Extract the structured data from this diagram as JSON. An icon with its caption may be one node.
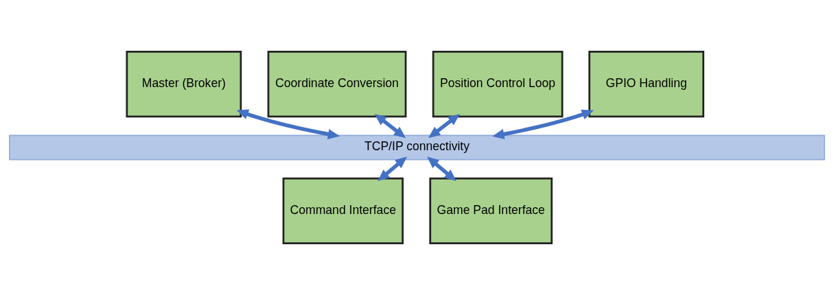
{
  "diagram": {
    "nodes": [
      {
        "text": [
          "Master (Broker)"
        ]
      },
      {
        "text": [
          "Coordinate Conversion"
        ]
      },
      {
        "text": [
          "Position Control Loop"
        ]
      },
      {
        "text": [
          "GPIO Handling"
        ]
      },
      {
        "text": [
          "TCP/IP connectivity"
        ]
      },
      {
        "text": [
          "Command Interface"
        ]
      },
      {
        "text": [
          "Game Pad Interface"
        ]
      }
    ],
    "edges": [
      {
        "from": 0,
        "to": 4,
        "arrow": "both"
      },
      {
        "from": 1,
        "to": 4,
        "arrow": "both"
      },
      {
        "from": 2,
        "to": 4,
        "arrow": "both"
      },
      {
        "from": 3,
        "to": 4,
        "arrow": "both"
      },
      {
        "from": 4,
        "to": 5,
        "arrow": "both"
      },
      {
        "from": 4,
        "to": 6,
        "arrow": "both"
      }
    ]
  }
}
